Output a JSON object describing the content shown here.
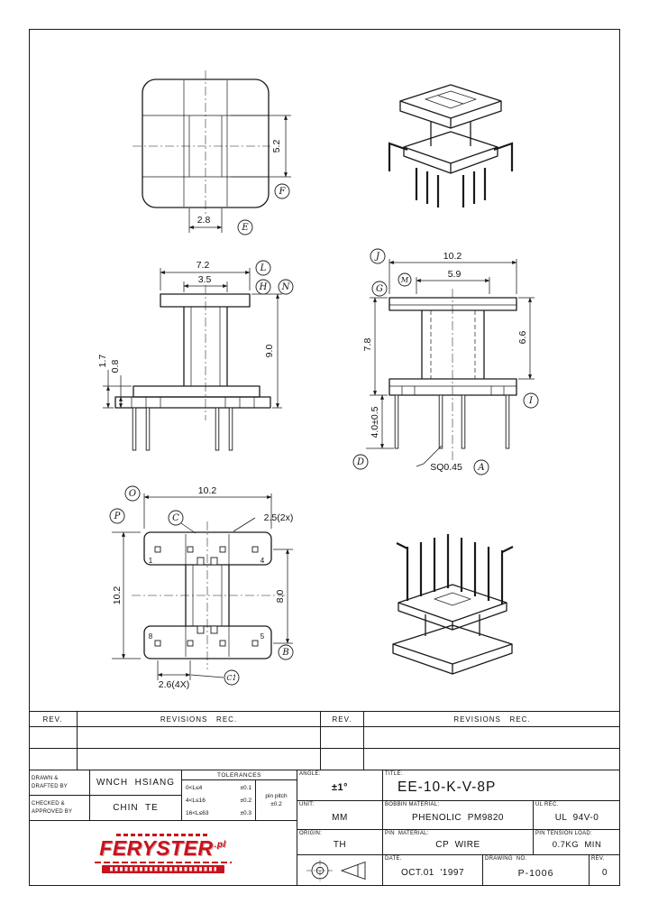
{
  "page": {
    "bg": "#ffffff",
    "line_color": "#1a1a1a",
    "accent_red": "#c8121e"
  },
  "drawing": {
    "top_view": {
      "dim_height": "5.2",
      "dim_width": "2.8",
      "balloon_f": "F",
      "balloon_e": "E"
    },
    "front_view": {
      "dim_flange_width": "7.2",
      "dim_core_width": "3.5",
      "dim_flange_thickness": "1.7",
      "dim_step": "0.8",
      "dim_height": "9.0",
      "balloon_l": "L",
      "balloon_h": "H",
      "balloon_n": "N"
    },
    "side_view": {
      "dim_overall_width": "10.2",
      "dim_pin_span": "5.9",
      "dim_body_height": "7.8",
      "dim_pin_length": "4.0±0.5",
      "dim_flange_height": "6.6",
      "dim_pin_square": "SQ0.45",
      "balloon_j": "J",
      "balloon_m": "M",
      "balloon_g": "G",
      "balloon_i": "I",
      "balloon_d": "D",
      "balloon_a": "A"
    },
    "bottom_view": {
      "dim_overall_width": "10.2",
      "dim_notch": "2.5(2x)",
      "dim_overall_depth": "10.2",
      "dim_pin_rows": "8.0",
      "dim_pin_pitch": "2.6(4X)",
      "balloon_o": "O",
      "balloon_p": "P",
      "balloon_c": "C",
      "balloon_b": "B",
      "balloon_c1": "C1",
      "pin_1": "1",
      "pin_4": "4",
      "pin_8": "8",
      "pin_5": "5"
    }
  },
  "revision_table": {
    "rev_header_left": "REV.",
    "rec_header_left": "REVISIONS   REC.",
    "rev_header_right": "REV.",
    "rec_header_right": "REVISIONS   REC."
  },
  "title_block": {
    "drawn_label_line1": "DRAWN &",
    "drawn_label_line2": "DRAFTED BY",
    "drawn_name": "WNCH  HSIANG",
    "checked_label_line1": "CHECKED &",
    "checked_label_line2": "APPROVED BY",
    "checked_name": "CHIN  TE",
    "tolerances": {
      "header": "TOLERANCES",
      "rows": [
        {
          "range": "0<L≤4",
          "tol": "±0.1"
        },
        {
          "range": "4<L≤16",
          "tol": "±0.2"
        },
        {
          "range": "16<L≤63",
          "tol": "±0.3"
        }
      ],
      "pin_pitch_label": "pin pitch",
      "pin_pitch_tol": "±0.2"
    },
    "angle_label": "ANGLE:",
    "angle_value": "±1°",
    "unit_label": "UNIT:",
    "unit_value": "MM",
    "origin_label": "ORIGIN:",
    "origin_value": "TH",
    "title_label": "TITLE:",
    "title_value": "EE-10-K-V-8P",
    "bobbin_label": "BOBBIN MATERIAL:",
    "bobbin_value": "PHENOLIC  PM9820",
    "ul_label": "UL REC.",
    "ul_value": "UL  94V-0",
    "pin_material_label": "PIN  MATERIAL:",
    "pin_material_value": "CP  WIRE",
    "pin_tension_label": "PIN TENSION LOAD:",
    "pin_tension_value": "0.7KG  MIN",
    "date_label": "DATE.",
    "date_value": "OCT.01  '1997",
    "drawing_no_label": "DRAWING  NO.",
    "drawing_no_value": "P-1006",
    "rev_label": "REV.",
    "rev_value": "0",
    "logo": {
      "text": "FERYSTER",
      "suffix": ".pl"
    }
  }
}
